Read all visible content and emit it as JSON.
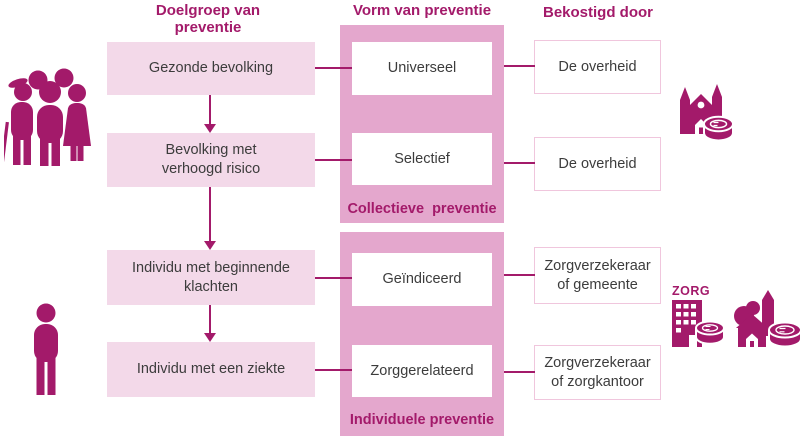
{
  "headers": {
    "doelgroep": "Doelgroep van\npreventie",
    "vorm": "Vorm van preventie",
    "bekostigd": "Bekostigd door"
  },
  "panels": {
    "collective": "Collectieve  preventie",
    "individual": "Individuele preventie"
  },
  "rows": [
    {
      "doelgroep": "Gezonde bevolking",
      "vorm": "Universeel",
      "bekostigd": "De overheid"
    },
    {
      "doelgroep": "Bevolking met\nverhoogd risico",
      "vorm": "Selectief",
      "bekostigd": "De overheid"
    },
    {
      "doelgroep": "Individu met beginnende\nklachten",
      "vorm": "Geïndiceerd",
      "bekostigd": "Zorgverzekeraar\nof gemeente"
    },
    {
      "doelgroep": "Individu met een ziekte",
      "vorm": "Zorggerelateerd",
      "bekostigd": "Zorgverzekeraar\nof zorgkantoor"
    }
  ],
  "icons": {
    "left_top": "people-group-icon",
    "left_bottom": "person-icon",
    "right_top": "government-building-coin-icon",
    "right_bottom": "zorg-building-village-coins-icon",
    "zorg_text": "ZORG"
  },
  "colors": {
    "magenta": "#a31a6a",
    "panel_pink": "#e4a7cd",
    "light_pink": "#f3d9e9",
    "border_pink": "#f0c6dd",
    "text_dark": "#3c3c3c"
  }
}
